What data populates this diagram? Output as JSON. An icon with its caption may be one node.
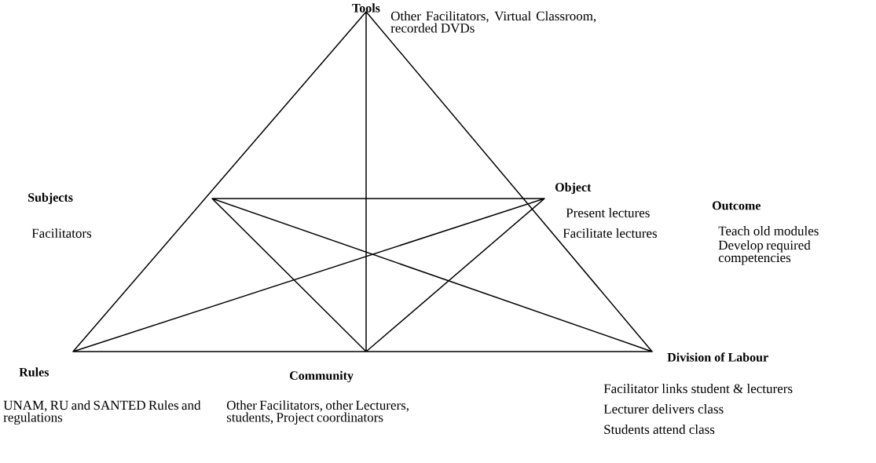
{
  "diagram": {
    "labels": [
      "Tools",
      "Other Facilitators, Virtual Classroom, recorded DVDs",
      "Subjects",
      "Object",
      "Outcome",
      "Present lectures",
      "Facilitators",
      "Facilitate lectures",
      "Teach old modules",
      "Develop required competencies",
      "Division of Labour",
      "Rules",
      "Community",
      "Facilitator links student & lecturers",
      "UNAM, RU and SANTED Rules and regulations",
      "Other Facilitators, other Lecturers, students, Project coordinators",
      "Lecturer delivers class",
      "Students attend class"
    ]
  }
}
